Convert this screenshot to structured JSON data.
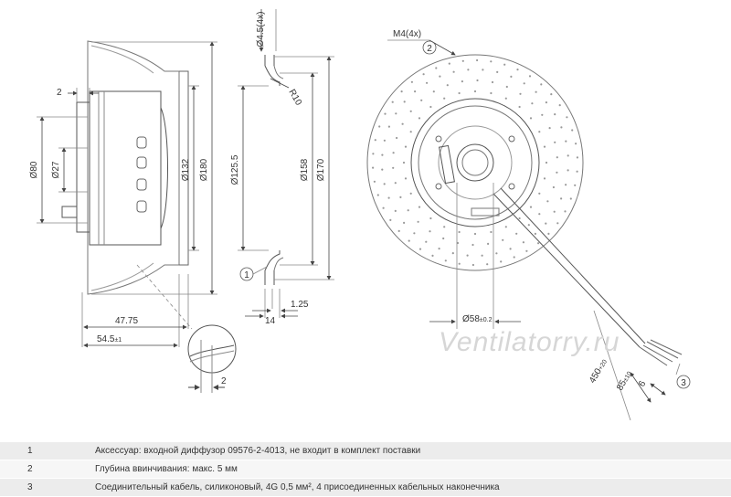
{
  "labels": {
    "d45": "Ø4.5(4x)",
    "r10": "R10",
    "m4": "M4(4x)",
    "two_top": "2",
    "two_side": "2",
    "two_detail": "2",
    "d80": "Ø80",
    "d27": "Ø27",
    "d132": "Ø132",
    "d180": "Ø180",
    "d125": "Ø125.5",
    "d158": "Ø158",
    "d170": "Ø170",
    "d58_main": "Ø58",
    "d58_tol": "±0.2",
    "w4775": "47.75",
    "w545_main": "54.5",
    "w545_tol": "±1",
    "w14": "14",
    "w125": "1.25",
    "l450_main": "450",
    "l450_tol": "+20",
    "l85_main": "85",
    "l85_tol": "±10",
    "l6": "6",
    "callout1": "1",
    "callout2": "2",
    "callout3": "3",
    "watermark": "Ventilatorry.ru"
  },
  "notes": [
    {
      "num": "1",
      "text": "Аксессуар: входной диффузор 09576-2-4013, не входит в комплект поставки"
    },
    {
      "num": "2",
      "text": "Глубина ввинчивания: макс. 5 мм"
    },
    {
      "num": "3",
      "text": "Соединительный кабель, силиконовый, 4G 0,5 мм², 4 присоединенных кабельных наконечника"
    }
  ]
}
